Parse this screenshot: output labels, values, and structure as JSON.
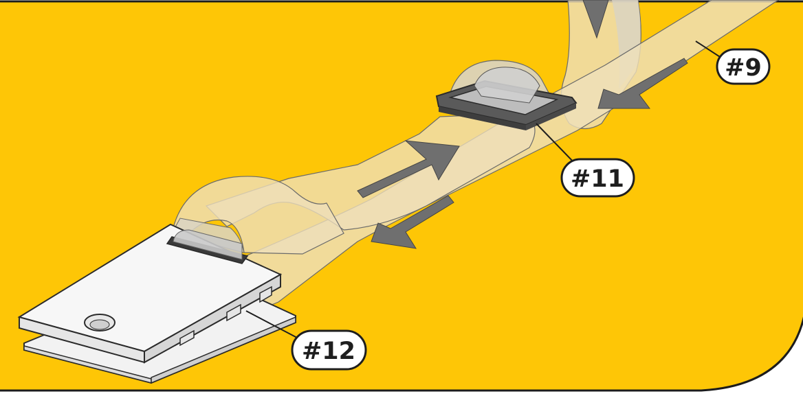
{
  "diagram": {
    "callouts": [
      {
        "id": "strap",
        "label": "#9"
      },
      {
        "id": "buckle",
        "label": "#11"
      },
      {
        "id": "plate",
        "label": "#12"
      }
    ]
  },
  "colors": {
    "background_panel": "#fec606",
    "panel_border": "#1c1c1c",
    "strap_fill": "#eedfbb",
    "strap_shade": "#d9d3c4",
    "arrow": "#6f6f6f",
    "buckle": "#5a5a5a",
    "plate": "#f7f7f7",
    "callout_bg": "#ffffff"
  }
}
